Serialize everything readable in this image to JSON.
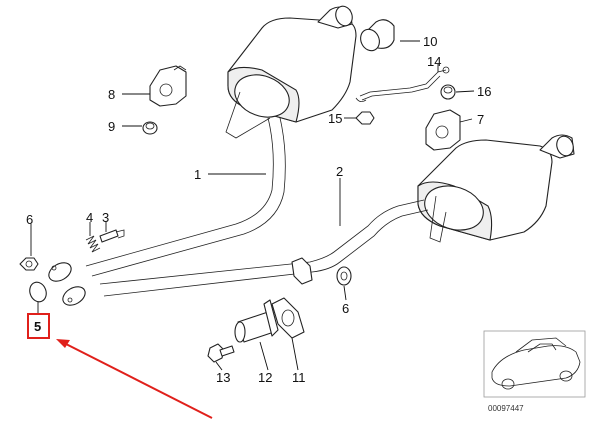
{
  "callouts": {
    "c1": "1",
    "c2": "2",
    "c3": "3",
    "c4": "4",
    "c5": "5",
    "c6a": "6",
    "c6b": "6",
    "c7": "7",
    "c8": "8",
    "c9": "9",
    "c10": "10",
    "c11": "11",
    "c12": "12",
    "c13": "13",
    "c14": "14",
    "c15": "15",
    "c16": "16"
  },
  "highlight": {
    "callout": "5",
    "color": "#e0201b"
  },
  "reference_code": "00097447",
  "colors": {
    "line": "#222222",
    "background": "#ffffff",
    "highlight": "#e0201b"
  }
}
